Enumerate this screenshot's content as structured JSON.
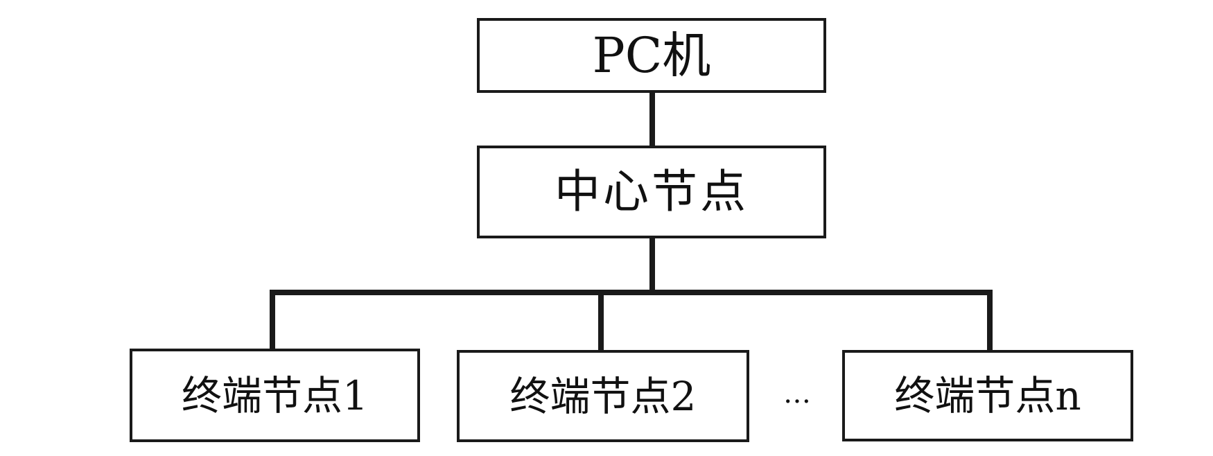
{
  "diagram": {
    "root": {
      "label": "PC机"
    },
    "center": {
      "label": "中心节点"
    },
    "terminals": [
      {
        "label": "终端节点1"
      },
      {
        "label": "终端节点2"
      },
      {
        "label": "终端节点n"
      }
    ],
    "ellipsis": "…",
    "colors": {
      "line": "#1a1a1a",
      "text": "#111111",
      "background": "#ffffff"
    }
  }
}
